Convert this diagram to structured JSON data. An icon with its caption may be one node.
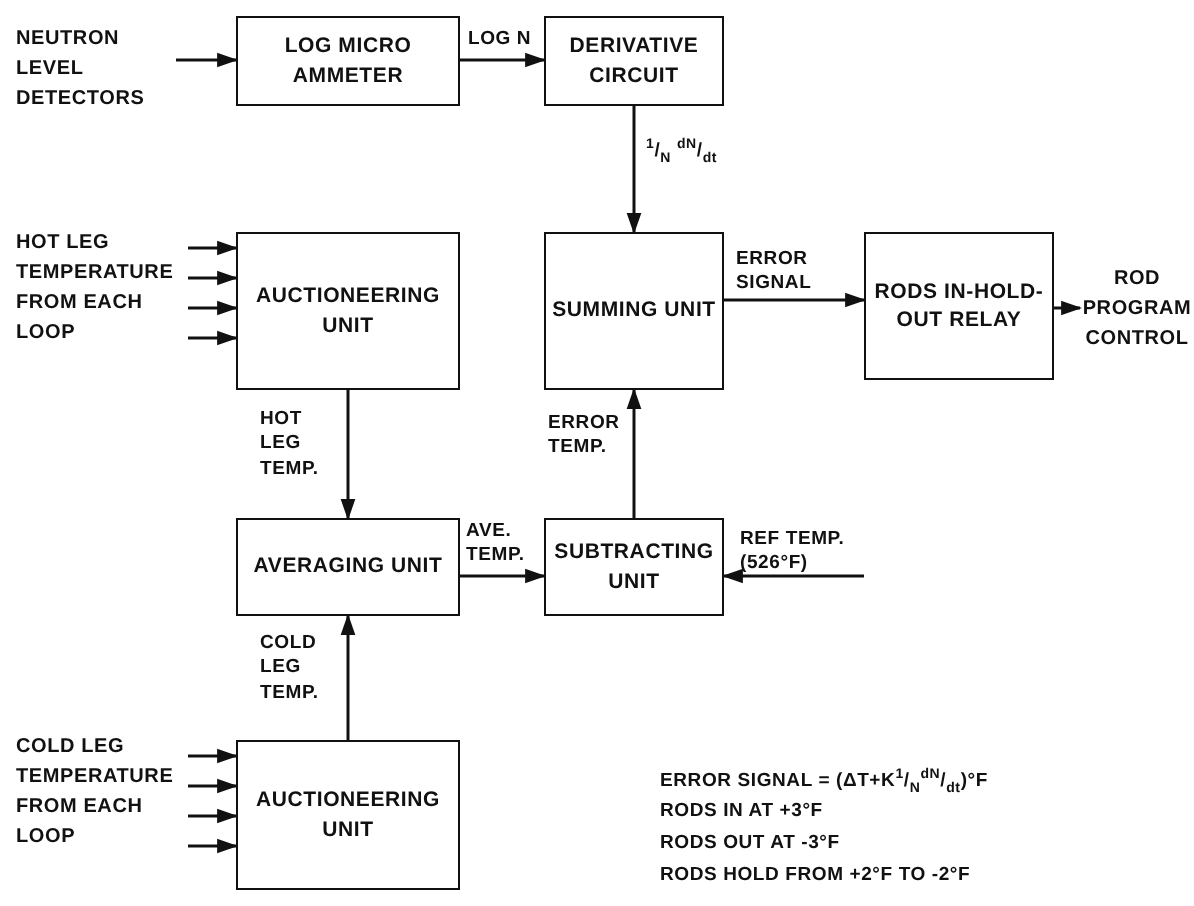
{
  "diagram": {
    "nodes": [
      {
        "text": [
          "NEUTRON LEVEL DETECTORS"
        ]
      },
      {
        "text": [
          "LOG MICRO AMMETER"
        ]
      },
      {
        "text": [
          "DERIVATIVE CIRCUIT"
        ]
      },
      {
        "text": [
          "HOT LEG TEMPERATURE FROM EACH LOOP"
        ]
      },
      {
        "text": [
          "AUCTIONEERING UNIT"
        ]
      },
      {
        "text": [
          "SUMMING UNIT"
        ]
      },
      {
        "text": [
          "RODS IN-HOLD-OUT RELAY"
        ]
      },
      {
        "text": [
          "ROD PROGRAM CONTROL"
        ]
      },
      {
        "text": [
          "AVERAGING UNIT"
        ]
      },
      {
        "text": [
          "SUBTRACTING UNIT"
        ]
      },
      {
        "text": [
          "COLD LEG TEMPERATURE FROM EACH LOOP"
        ]
      },
      {
        "text": [
          "AUCTIONEERING UNIT"
        ]
      }
    ],
    "edges": [
      {
        "from": 0,
        "to": 1,
        "arrow": "to"
      },
      {
        "from": 1,
        "to": 2,
        "arrow": "to",
        "label": "LOG N"
      },
      {
        "from": 2,
        "to": 5,
        "arrow": "to",
        "label": "$^{1}$/$_{N}$ $^{dN}$/$_{dt}$"
      },
      {
        "from": 3,
        "to": 4,
        "arrow": "to"
      },
      {
        "from": 3,
        "to": 4,
        "arrow": "to"
      },
      {
        "from": 3,
        "to": 4,
        "arrow": "to"
      },
      {
        "from": 3,
        "to": 4,
        "arrow": "to"
      },
      {
        "from": 4,
        "to": 8,
        "arrow": "to",
        "label": "HOT LEG TEMP."
      },
      {
        "from": 11,
        "to": 8,
        "arrow": "to",
        "label": "COLD LEG TEMP."
      },
      {
        "from": 8,
        "to": 9,
        "arrow": "to",
        "label": "AVE. TEMP."
      },
      {
        "from": null,
        "to": 9,
        "arrow": "to",
        "label": "REF TEMP. (526°F)"
      },
      {
        "from": 9,
        "to": 5,
        "arrow": "to",
        "label": "ERROR TEMP."
      },
      {
        "from": 5,
        "to": 6,
        "arrow": "to",
        "label": "ERROR SIGNAL"
      },
      {
        "from": 6,
        "to": 7,
        "arrow": "to"
      },
      {
        "from": 10,
        "to": 11,
        "arrow": "to"
      },
      {
        "from": 10,
        "to": 11,
        "arrow": "to"
      },
      {
        "from": 10,
        "to": 11,
        "arrow": "to"
      },
      {
        "from": 10,
        "to": 11,
        "arrow": "to"
      }
    ],
    "labels": [
      "ERROR SIGNAL = (ΔT+K$^{1}$/$_{N}$$^{dN}$/$_{dt}$)°F",
      "RODS IN AT +3°F",
      "RODS OUT AT -3°F",
      "RODS HOLD FROM +2°F TO -2°F"
    ]
  }
}
